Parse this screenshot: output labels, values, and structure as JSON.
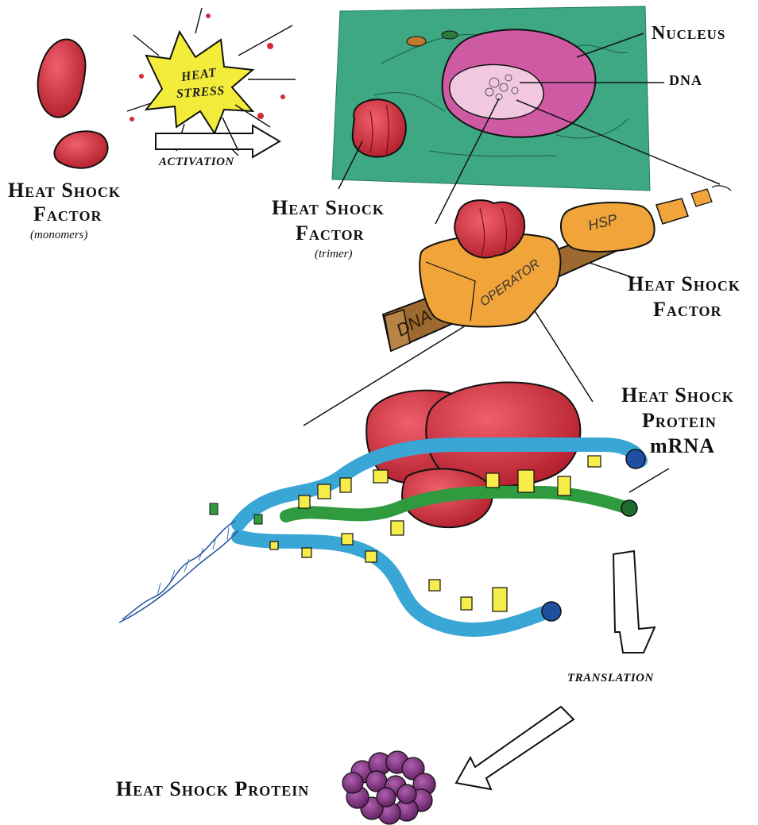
{
  "labels": {
    "heat_stress": [
      "HEAT",
      "STRESS"
    ],
    "activation": "ACTIVATION",
    "hsf_monomers": [
      "Heat Shock",
      "Factor"
    ],
    "monomers": "(monomers)",
    "hsf_trimer": [
      "Heat Shock",
      "Factor"
    ],
    "trimer": "(trimer)",
    "nucleus": "Nucleus",
    "dna_top": "DNA",
    "hsp_box": "HSP",
    "operator_box": "OPERATOR",
    "dna_box": "DNA",
    "hsf_right": [
      "Heat Shock",
      "Factor"
    ],
    "hsp_mrna": [
      "Heat Shock",
      "Protein",
      "mRNA"
    ],
    "translation": "TRANSLATION",
    "hsp_bottom": "Heat Shock Protein"
  },
  "colors": {
    "hsf_red": "#d42a38",
    "nucleus_green": "#3ea883",
    "nucleus_pink": "#cf5aa4",
    "operator_orange": "#f0a43a",
    "dna_brown": "#9c6a2e",
    "mrna_blue": "#3aa6d6",
    "mrna_green": "#2f9a3e",
    "base_yellow": "#f6ec4a",
    "protein_purple": "#8a3a86",
    "stress_yellow": "#f4ec3a"
  }
}
